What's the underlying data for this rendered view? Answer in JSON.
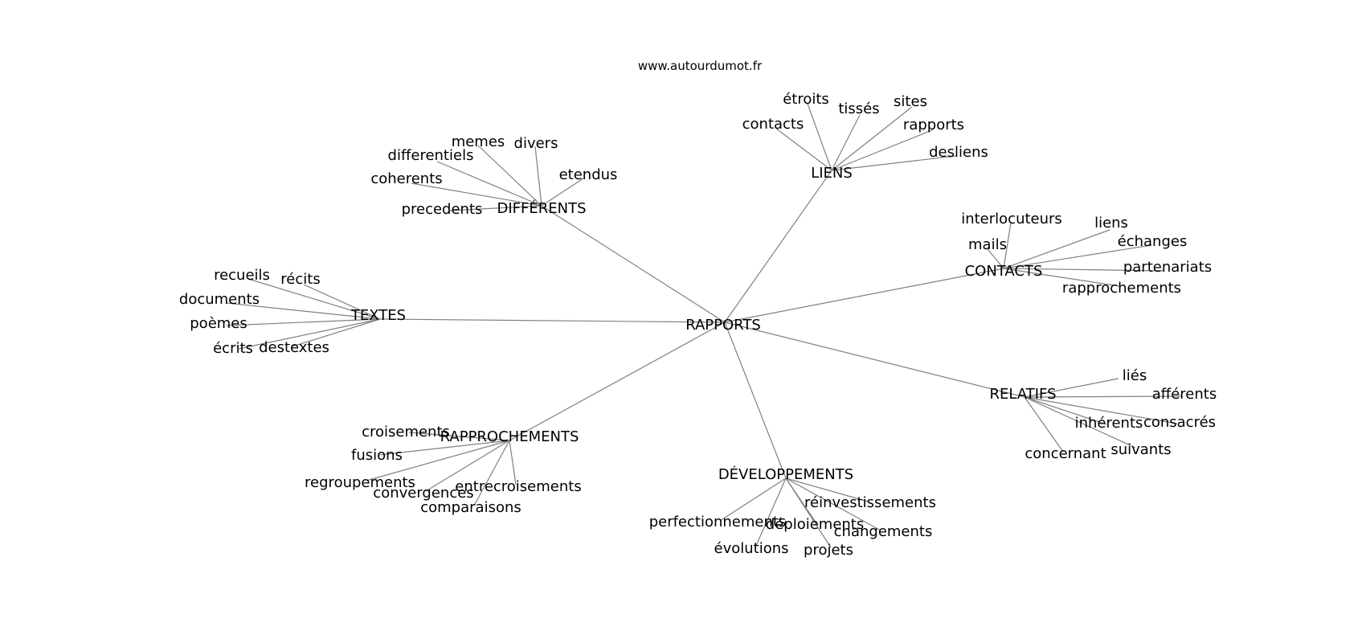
{
  "site_credit": "www.autourdumot.fr",
  "center": "RAPPORTS",
  "groups": [
    {
      "id": "liens",
      "label": "LIENS",
      "leaves": [
        "étroits",
        "tissés",
        "sites",
        "contacts",
        "rapports",
        "desliens"
      ]
    },
    {
      "id": "differents",
      "label": "DIFFÉRENTS",
      "leaves": [
        "memes",
        "divers",
        "differentiels",
        "etendus",
        "coherents",
        "precedents"
      ]
    },
    {
      "id": "contacts",
      "label": "CONTACTS",
      "leaves": [
        "interlocuteurs",
        "liens",
        "mails",
        "échanges",
        "partenariats",
        "rapprochements"
      ]
    },
    {
      "id": "textes",
      "label": "TEXTES",
      "leaves": [
        "recueils",
        "récits",
        "documents",
        "poèmes",
        "écrits",
        "destextes"
      ]
    },
    {
      "id": "relatifs",
      "label": "RELATIFS",
      "leaves": [
        "liés",
        "afférents",
        "inhérents",
        "consacrés",
        "concernant",
        "suivants"
      ]
    },
    {
      "id": "rapprochements",
      "label": "RAPPROCHEMENTS",
      "leaves": [
        "croisements",
        "fusions",
        "regroupements",
        "entrecroisements",
        "convergences",
        "comparaisons"
      ]
    },
    {
      "id": "developpements",
      "label": "DÉVELOPPEMENTS",
      "leaves": [
        "réinvestissements",
        "perfectionnements",
        "déploiements",
        "changements",
        "évolutions",
        "projets"
      ]
    }
  ]
}
